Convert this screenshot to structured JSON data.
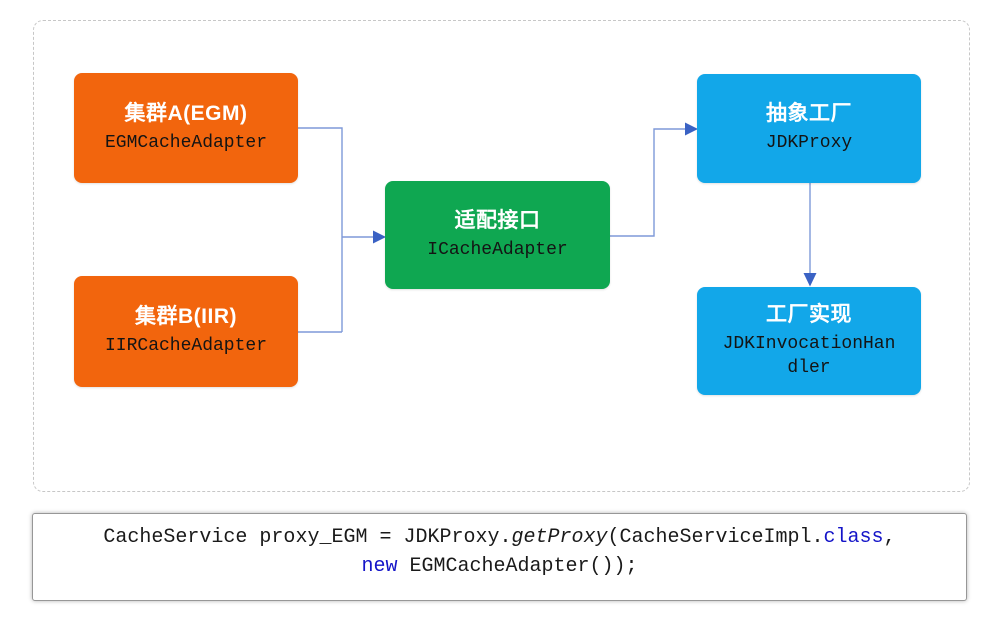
{
  "diagram": {
    "boundary_style": "dashed",
    "boxes": {
      "cluster_a": {
        "title": "集群A(EGM)",
        "subtitle": "EGMCacheAdapter",
        "color": "#F2650D"
      },
      "cluster_b": {
        "title": "集群B(IIR)",
        "subtitle": "IIRCacheAdapter",
        "color": "#F2650D"
      },
      "adapter": {
        "title": "适配接口",
        "subtitle": "ICacheAdapter",
        "color": "#0FA751"
      },
      "factory": {
        "title": "抽象工厂",
        "subtitle": "JDKProxy",
        "color": "#12A7E9"
      },
      "impl": {
        "title": "工厂实现",
        "subtitle": "JDKInvocationHandler",
        "color": "#12A7E9"
      }
    },
    "connections": [
      {
        "from": "cluster_a",
        "to": "adapter"
      },
      {
        "from": "cluster_b",
        "to": "adapter"
      },
      {
        "from": "adapter",
        "to": "factory"
      },
      {
        "from": "factory",
        "to": "impl"
      }
    ],
    "connector_line_color": "#7E99D8",
    "arrowhead_color": "#3A62C4"
  },
  "code": {
    "line1": {
      "t1": "CacheService proxy_EGM = JDKProxy.",
      "method": "getProxy",
      "t2": "(CacheServiceImpl.",
      "kw": "class",
      "t3": ","
    },
    "line2": {
      "kw": "new",
      "t1": " EGMCacheAdapter());"
    },
    "keyword_color": "#1414C8",
    "text_color": "#1A1A1A"
  }
}
